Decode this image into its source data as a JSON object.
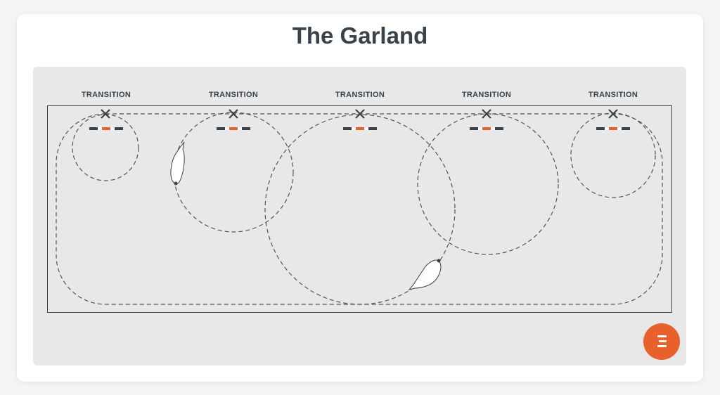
{
  "title": "The Garland",
  "transitions": [
    "TRANSITION",
    "TRANSITION",
    "TRANSITION",
    "TRANSITION",
    "TRANSITION"
  ],
  "menu_button": {
    "icon": "menu-icon"
  },
  "colors": {
    "accent": "#e8602c",
    "text": "#37424a",
    "panel": "#e8e8e8"
  }
}
